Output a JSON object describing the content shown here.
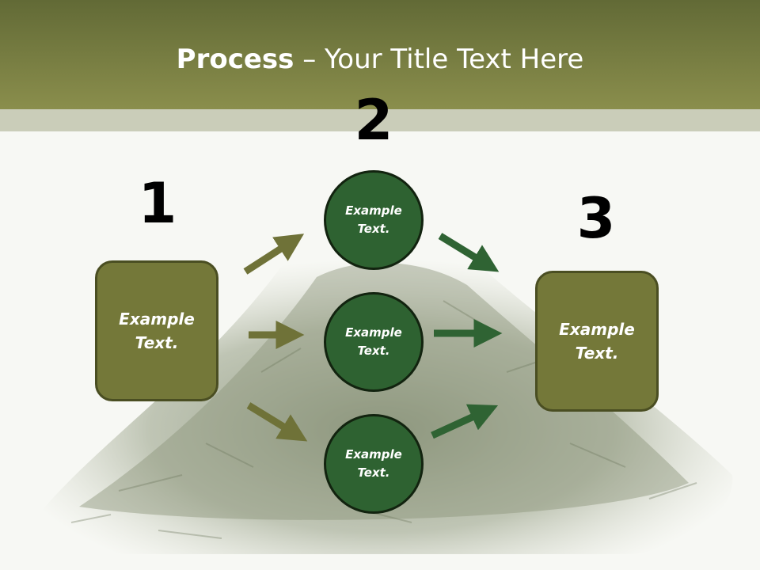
{
  "slide": {
    "title_bold": "Process",
    "title_sep": " – ",
    "title_rest": "Your Title Text Here"
  },
  "steps": {
    "step1": {
      "number": "1",
      "text": "Example\nText."
    },
    "step2": {
      "number": "2"
    },
    "step3": {
      "number": "3",
      "text": "Example\nText."
    }
  },
  "circles": [
    {
      "text": "Example\nText."
    },
    {
      "text": "Example\nText."
    },
    {
      "text": "Example\nText."
    }
  ],
  "colors": {
    "header": "#7a7f41",
    "box_fill": "#747839",
    "circle_fill": "#2e6231",
    "arrow_olive": "#6f7238",
    "arrow_green": "#2f6333"
  }
}
